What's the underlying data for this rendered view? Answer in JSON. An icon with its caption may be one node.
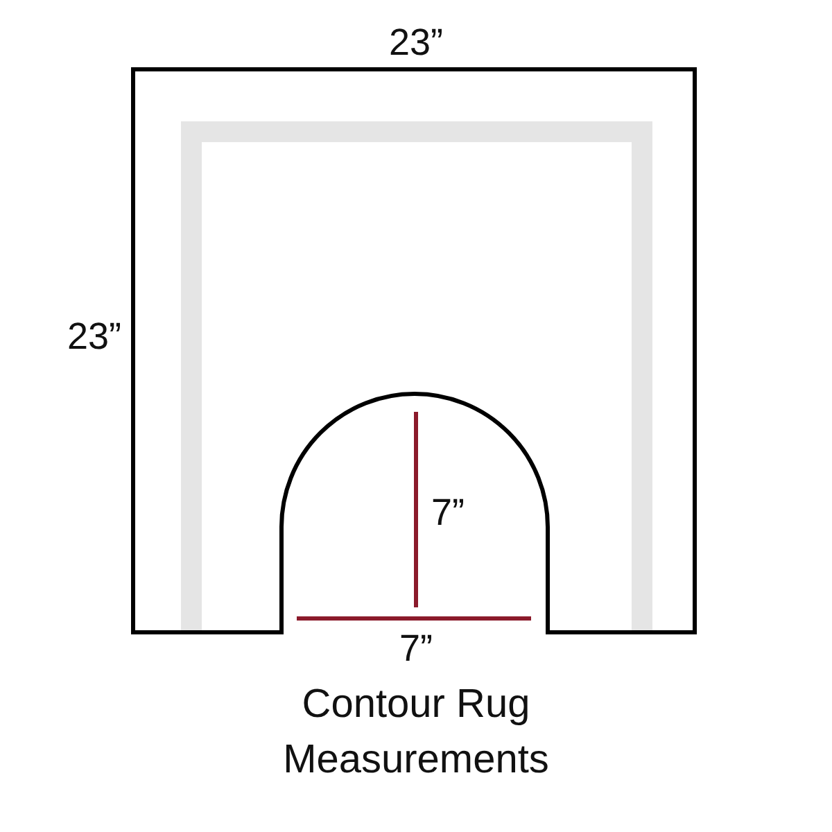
{
  "diagram": {
    "caption": "Contour Rug Measurements",
    "labels": [
      "23”",
      "23”",
      "7”",
      "7”"
    ]
  }
}
